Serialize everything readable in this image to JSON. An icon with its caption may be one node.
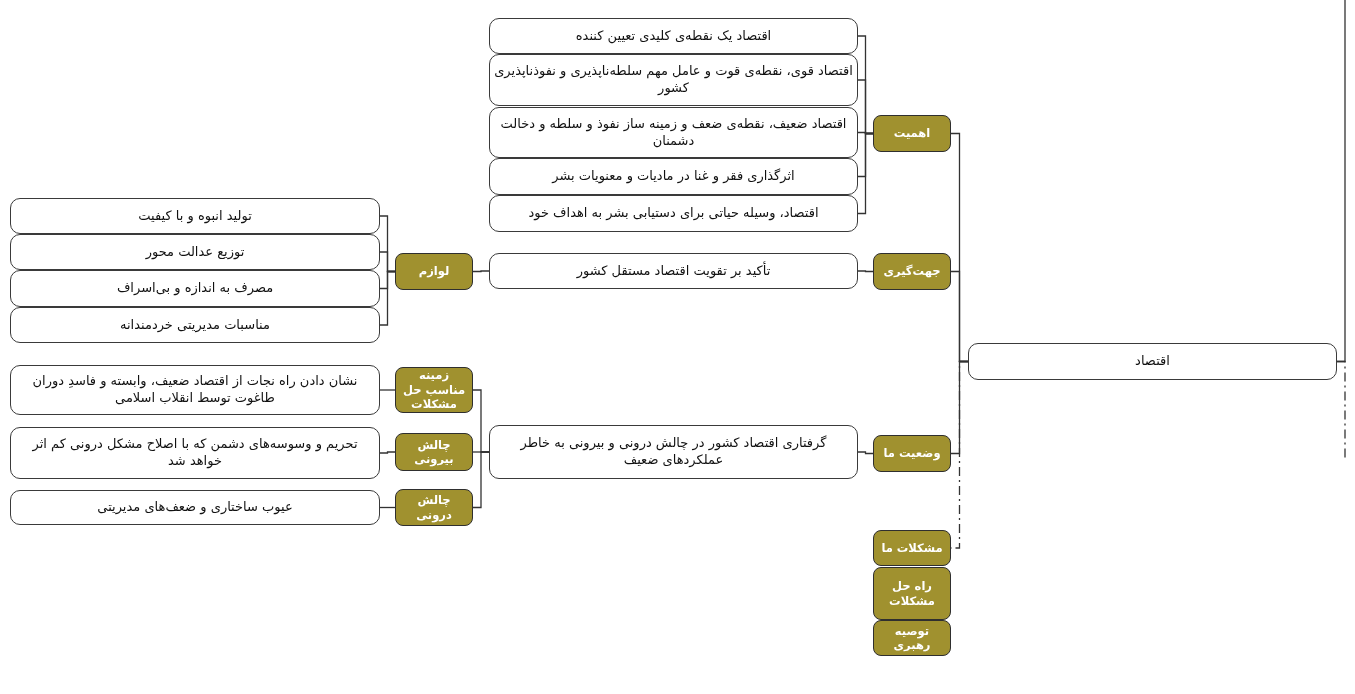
{
  "diagram": {
    "nodes": [
      {
        "text": [
          "اقتصاد"
        ]
      },
      {
        "text": [
          "اهمیت"
        ]
      },
      {
        "text": [
          "اقتصاد یک نقطه‌ی کلیدی تعیین کننده"
        ]
      },
      {
        "text": [
          "اقتصاد قوی، نقطه‌ی قوت و عامل مهم سلطه‌ناپذیری و نفوذناپذیری کشور"
        ]
      },
      {
        "text": [
          "اقتصاد ضعیف، نقطه‌ی ضعف و زمینه ساز نفوذ و سلطه و دخالت دشمنان"
        ]
      },
      {
        "text": [
          "اثرگذاری فقر و غنا در مادیات و معنویات بشر"
        ]
      },
      {
        "text": [
          "اقتصاد، وسیله حیاتی برای دستیابی بشر به اهداف خود"
        ]
      },
      {
        "text": [
          "جهت‌گیری"
        ]
      },
      {
        "text": [
          "تأکید بر تقویت اقتصاد مستقل کشور"
        ]
      },
      {
        "text": [
          "لوازم"
        ]
      },
      {
        "text": [
          "تولید انبوه و با کیفیت"
        ]
      },
      {
        "text": [
          "توزیع عدالت محور"
        ]
      },
      {
        "text": [
          "مصرف به اندازه و بی‌اسراف"
        ]
      },
      {
        "text": [
          "مناسبات مدیریتی خردمندانه"
        ]
      },
      {
        "text": [
          "وضعیت ما"
        ]
      },
      {
        "text": [
          "گرفتاری اقتصاد کشور در چالش درونی و بیرونی به خاطر عملکردهای ضعیف"
        ]
      },
      {
        "text": [
          "زمینه مناسب حل مشکلات"
        ]
      },
      {
        "text": [
          "نشان دادن راه نجات از اقتصاد ضعیف، وابسته و فاسدِ دوران طاغوت توسط انقلاب اسلامی"
        ]
      },
      {
        "text": [
          "چالش بیرونی"
        ]
      },
      {
        "text": [
          "تحریم و وسوسه‌های دشمن که با اصلاح مشکل درونی کم اثر خواهد شد"
        ]
      },
      {
        "text": [
          "چالش درونی"
        ]
      },
      {
        "text": [
          "عیوب ساختاری و ضعف‌های مدیریتی"
        ]
      },
      {
        "text": [
          "مشکلات ما"
        ]
      },
      {
        "text": [
          "راه حل مشکلات"
        ]
      },
      {
        "text": [
          "توصیه رهبری"
        ]
      }
    ],
    "edges": [
      {
        "from": 0,
        "to": 1,
        "arrow": "none"
      },
      {
        "from": 0,
        "to": 7,
        "arrow": "none"
      },
      {
        "from": 0,
        "to": 14,
        "arrow": "none"
      },
      {
        "from": 0,
        "to": 22,
        "arrow": "none",
        "style": "dashed"
      },
      {
        "from": 1,
        "to": 2,
        "arrow": "none"
      },
      {
        "from": 1,
        "to": 3,
        "arrow": "none"
      },
      {
        "from": 1,
        "to": 4,
        "arrow": "none"
      },
      {
        "from": 1,
        "to": 5,
        "arrow": "none"
      },
      {
        "from": 1,
        "to": 6,
        "arrow": "none"
      },
      {
        "from": 7,
        "to": 8,
        "arrow": "none"
      },
      {
        "from": 8,
        "to": 9,
        "arrow": "none"
      },
      {
        "from": 9,
        "to": 10,
        "arrow": "none"
      },
      {
        "from": 9,
        "to": 11,
        "arrow": "none"
      },
      {
        "from": 9,
        "to": 12,
        "arrow": "none"
      },
      {
        "from": 9,
        "to": 13,
        "arrow": "none"
      },
      {
        "from": 14,
        "to": 15,
        "arrow": "none"
      },
      {
        "from": 15,
        "to": 16,
        "arrow": "none"
      },
      {
        "from": 15,
        "to": 18,
        "arrow": "none"
      },
      {
        "from": 15,
        "to": 20,
        "arrow": "none"
      },
      {
        "from": 16,
        "to": 17,
        "arrow": "none"
      },
      {
        "from": 18,
        "to": 19,
        "arrow": "none"
      },
      {
        "from": 20,
        "to": 21,
        "arrow": "none"
      },
      {
        "from": 0,
        "to": null,
        "arrow": "none"
      },
      {
        "from": 0,
        "to": null,
        "arrow": "none",
        "style": "dashed"
      }
    ]
  }
}
